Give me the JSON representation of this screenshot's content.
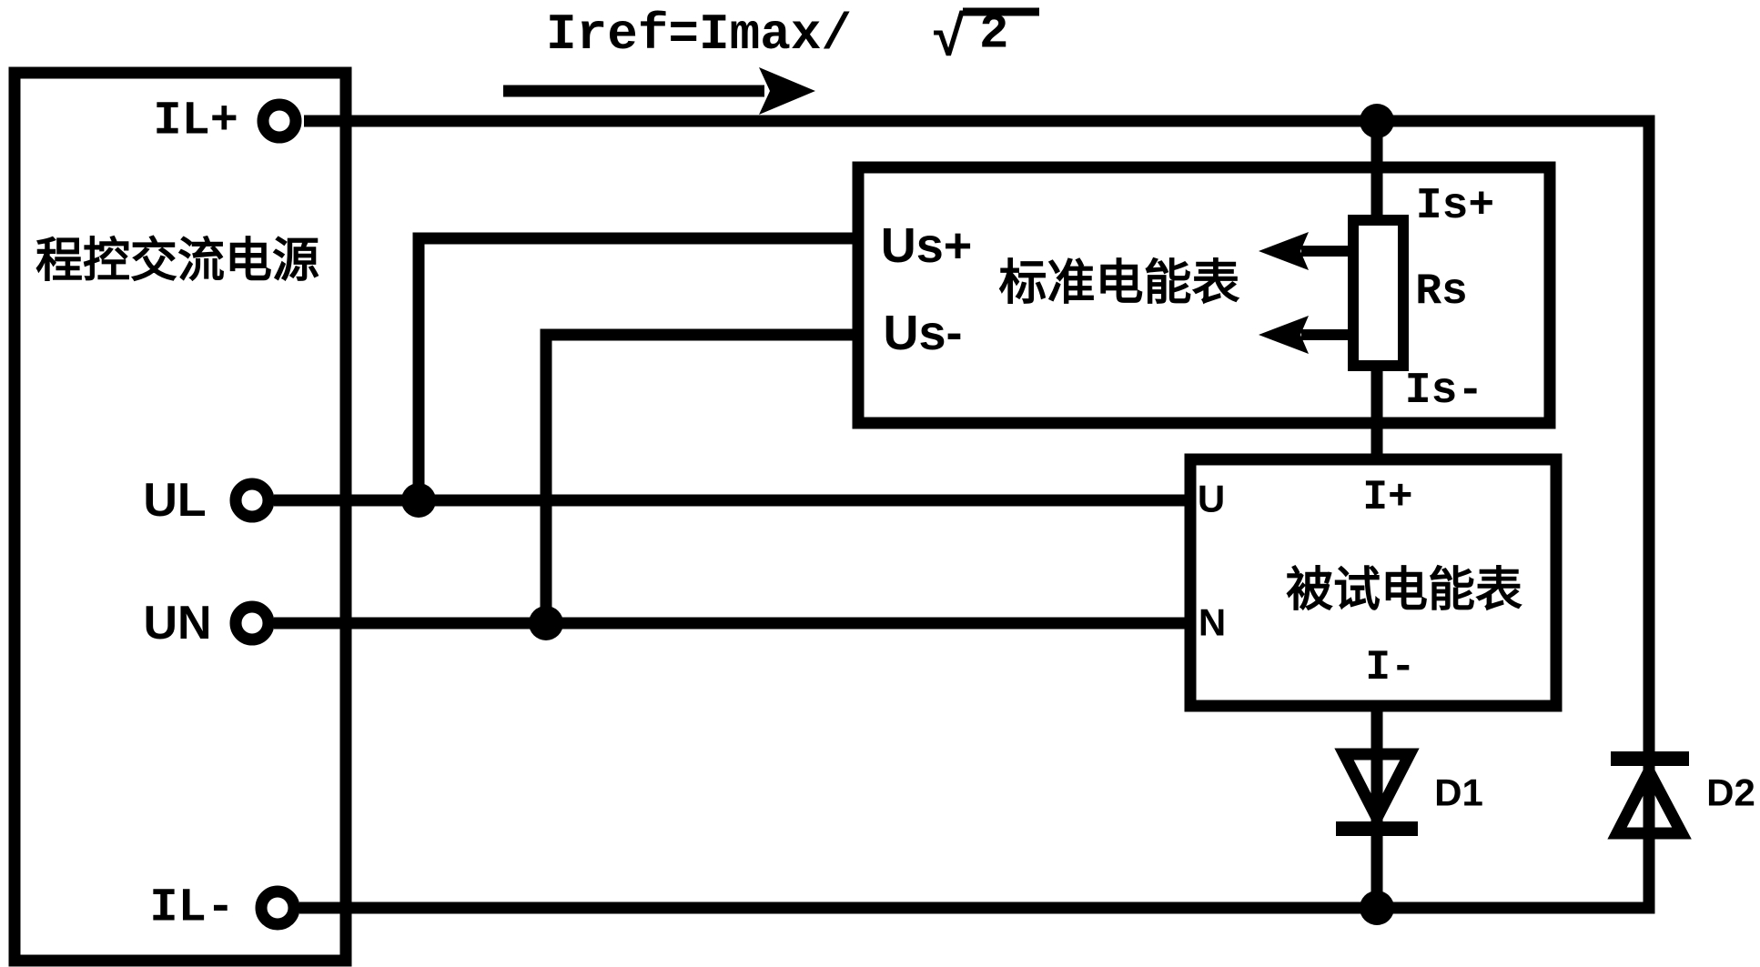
{
  "colors": {
    "ink": "#000000",
    "paper": "#ffffff"
  },
  "formula": {
    "prefix": "Iref=Imax/",
    "radical_sign": "√",
    "radicand": "2"
  },
  "power_supply": {
    "name": "程控交流电源",
    "terminals": {
      "il_plus": "IL+",
      "ul": "UL",
      "un": "UN",
      "il_minus": "IL-"
    }
  },
  "standard_meter": {
    "name": "标准电能表",
    "terminals": {
      "us_plus": "Us+",
      "us_minus": "Us-",
      "is_plus": "Is+",
      "is_minus": "Is-"
    },
    "shunt_resistor": "Rs"
  },
  "tested_meter": {
    "name": "被试电能表",
    "terminals": {
      "u": "U",
      "n": "N",
      "i_plus": "I+",
      "i_minus": "I-"
    }
  },
  "diodes": {
    "d1": "D1",
    "d2": "D2"
  }
}
